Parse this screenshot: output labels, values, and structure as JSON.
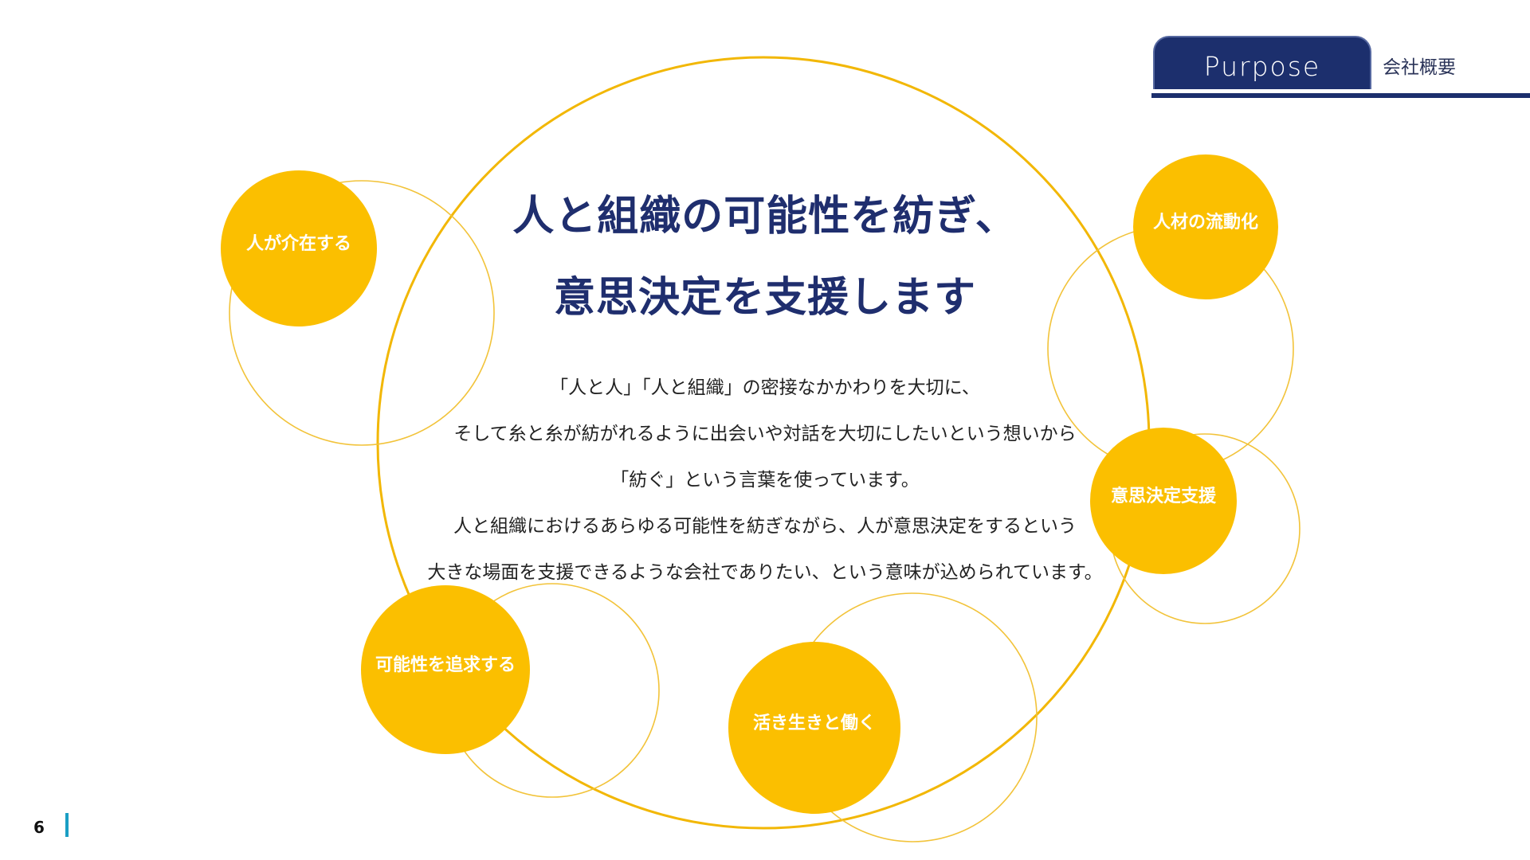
{
  "header": {
    "tab_label": "Purpose",
    "section_label": "会社概要"
  },
  "headline": {
    "line1": "人と組織の可能性を紡ぎ、",
    "line2": "意思決定を支援します"
  },
  "body": {
    "lines": [
      "「人と人」「人と組織」の密接なかかわりを大切に、",
      "そして糸と糸が紡がれるように出会いや対話を大切にしたいという想いから",
      "「紡ぐ」という言葉を使っています。",
      "人と組織におけるあらゆる可能性を紡ぎながら、人が意思決定をするという",
      "大きな場面を支援できるような会社でありたい、という意味が込められています。"
    ]
  },
  "bubbles": [
    {
      "label": "人が介在する"
    },
    {
      "label": "人材の流動化"
    },
    {
      "label": "意思決定支援"
    },
    {
      "label": "可能性を追求する"
    },
    {
      "label": "活き生きと働く"
    }
  ],
  "footer": {
    "page_number": "6"
  },
  "colors": {
    "navy": "#1f2e6e",
    "yellow": "#fbbf00",
    "ring": "#f2b705",
    "page_bar": "#1a9ec4"
  }
}
